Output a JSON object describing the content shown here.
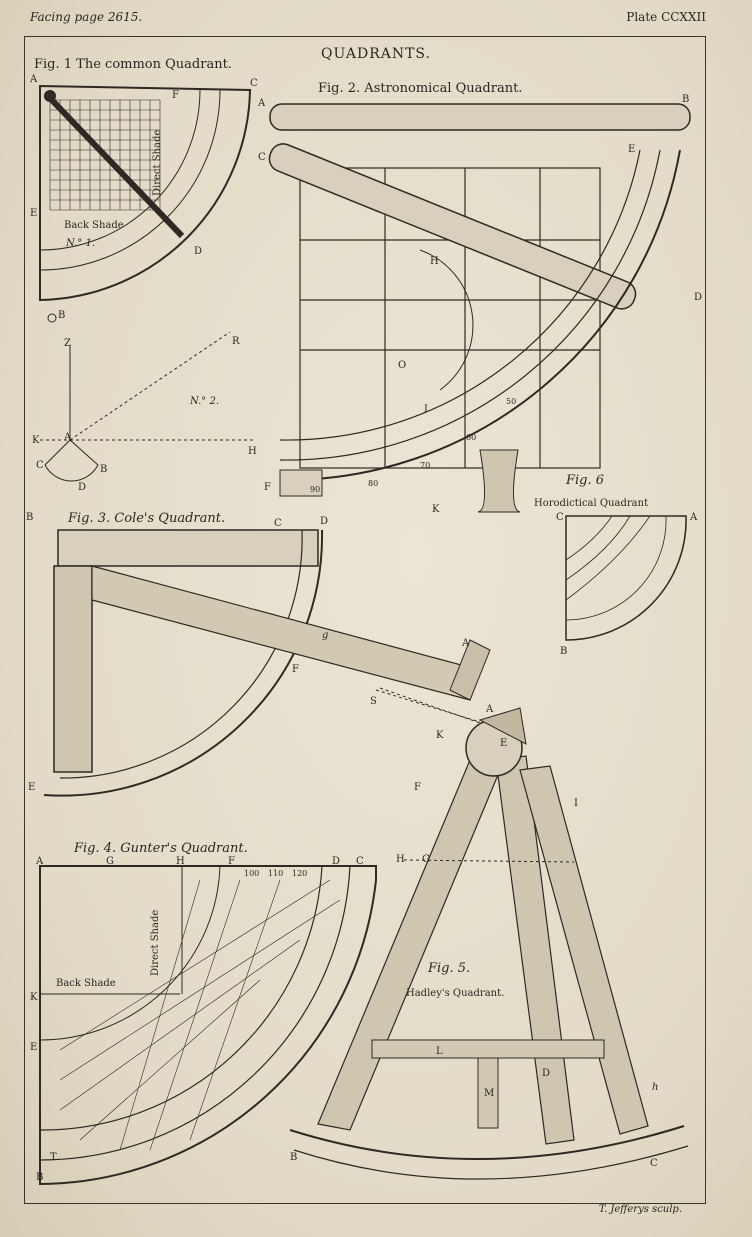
{
  "header": {
    "facing_page": "Facing page 2615.",
    "plate": "Plate CCXXII",
    "title": "QUADRANTS.",
    "engraver": "T. Jefferys sculp."
  },
  "figures": {
    "fig1": {
      "label": "Fig. 1 The common Quadrant.",
      "direct_shade": "Direct Shade",
      "back_shade": "Back Shade",
      "no1": "N.° 1.",
      "no2": "N.° 2.",
      "letters": [
        "A",
        "C",
        "F",
        "E",
        "D",
        "B",
        "Z",
        "R",
        "K",
        "H",
        "A",
        "C",
        "B",
        "D"
      ]
    },
    "fig2": {
      "label": "Fig. 2. Astronomical Quadrant.",
      "letters": [
        "A",
        "B",
        "C",
        "E",
        "D",
        "H",
        "O",
        "I",
        "F",
        "K"
      ],
      "scale": [
        "90",
        "80",
        "70",
        "60",
        "50"
      ]
    },
    "fig3": {
      "label": "Fig. 3. Cole's Quadrant.",
      "letters": [
        "B",
        "C",
        "D",
        "g",
        "F",
        "A",
        "S",
        "E"
      ]
    },
    "fig4": {
      "label": "Fig. 4. Gunter's Quadrant.",
      "direct_shade": "Direct Shade",
      "back_shade": "Back Shade",
      "letters": [
        "A",
        "G",
        "H",
        "F",
        "D",
        "C",
        "K",
        "E",
        "T",
        "B"
      ],
      "scale": [
        "100",
        "110",
        "120"
      ]
    },
    "fig5": {
      "label": "Fig. 5.",
      "name": "Hadley's Quadrant.",
      "letters": [
        "A",
        "K",
        "E",
        "F",
        "I",
        "H",
        "G",
        "L",
        "M",
        "D",
        "h",
        "B",
        "C"
      ]
    },
    "fig6": {
      "label": "Fig. 6",
      "name": "Horodictical Quadrant",
      "letters": [
        "C",
        "A",
        "B"
      ]
    }
  }
}
